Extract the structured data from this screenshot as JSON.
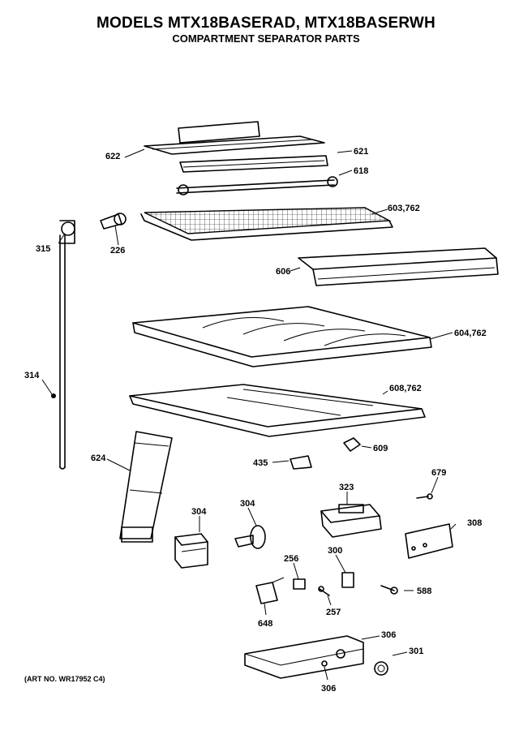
{
  "header": {
    "title": "MODELS MTX18BASERAD, MTX18BASERWH",
    "subtitle": "COMPARTMENT SEPARATOR PARTS"
  },
  "footer": {
    "art_no": "(ART NO. WR17952 C4)"
  },
  "callouts": [
    "622",
    "621",
    "618",
    "315",
    "226",
    "603,762",
    "606",
    "604,762",
    "314",
    "608,762",
    "609",
    "624",
    "435",
    "679",
    "323",
    "304",
    "304",
    "308",
    "256",
    "300",
    "588",
    "648",
    "257",
    "306",
    "301",
    "306"
  ]
}
